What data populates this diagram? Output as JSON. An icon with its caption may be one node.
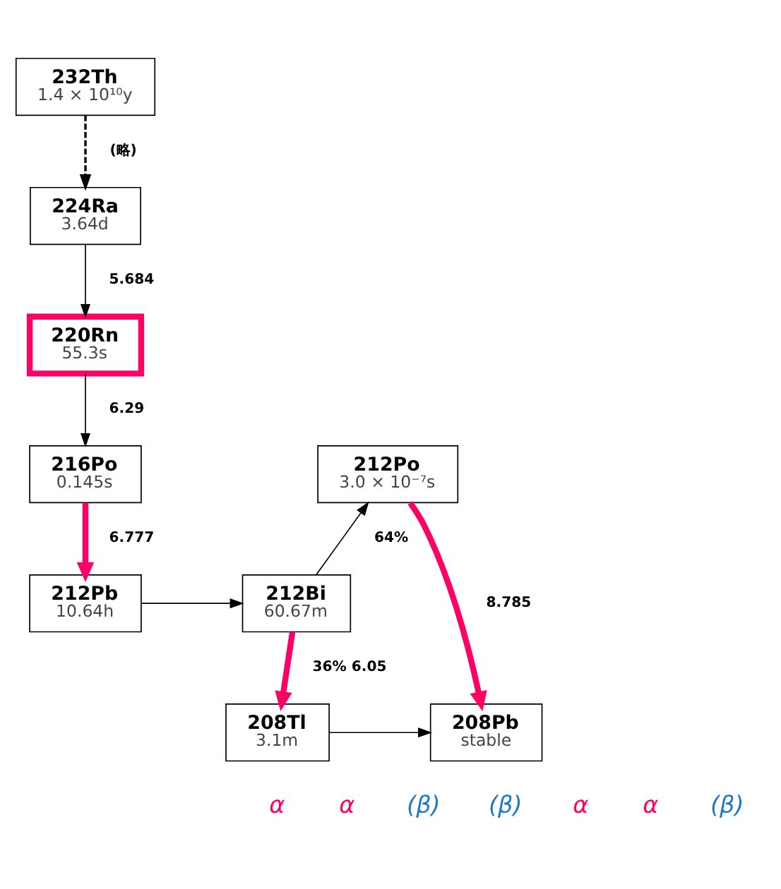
{
  "diagram": {
    "nodes": [
      {
        "text": [
          "232Th",
          "1.4 × 10¹⁰y"
        ]
      },
      {
        "text": [
          "224Ra",
          "3.64d"
        ]
      },
      {
        "text": [
          "220Rn",
          "55.3s"
        ]
      },
      {
        "text": [
          "216Po",
          "0.145s"
        ]
      },
      {
        "text": [
          "212Pb",
          "10.64h"
        ]
      },
      {
        "text": [
          "212Bi",
          "60.67m"
        ]
      },
      {
        "text": [
          "208Tl",
          "3.1m"
        ]
      },
      {
        "text": [
          "212Po",
          "3.0 × 10⁻⁷s"
        ]
      },
      {
        "text": [
          "208Pb",
          "stable"
        ]
      }
    ],
    "edges": [
      {
        "from": 0,
        "to": 1,
        "arrow": "to",
        "label": "(略)",
        "style": "dashed"
      },
      {
        "from": 1,
        "to": 2,
        "arrow": "to",
        "label": "5.684"
      },
      {
        "from": 2,
        "to": 3,
        "arrow": "to",
        "label": "6.29"
      },
      {
        "from": 3,
        "to": 4,
        "arrow": "to",
        "label": "6.777",
        "style": "thick",
        "color": "#ff0066"
      },
      {
        "from": 4,
        "to": 5,
        "arrow": "to"
      },
      {
        "from": 5,
        "to": 7,
        "arrow": "to",
        "label": "64%"
      },
      {
        "from": 5,
        "to": 6,
        "arrow": "to",
        "label": "36% 6.05",
        "style": "thick",
        "color": "#ff0066"
      },
      {
        "from": 7,
        "to": 8,
        "arrow": "to",
        "label": "8.785",
        "style": "thick",
        "color": "#ff0066"
      },
      {
        "from": 6,
        "to": 8,
        "arrow": "to"
      }
    ],
    "labels": [
      "α",
      "α",
      "(β)",
      "(β)",
      "α",
      "α",
      "(β)"
    ]
  }
}
